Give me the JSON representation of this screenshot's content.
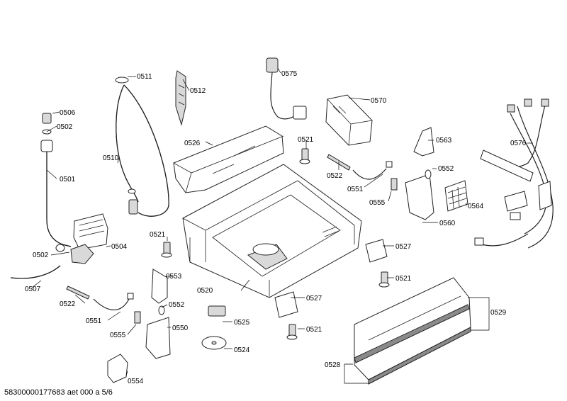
{
  "footer": {
    "document_code": "58300000177683 aet 000 a 5/6"
  },
  "callouts": {
    "c0501": "0501",
    "c0502a": "0502",
    "c0502b": "0502",
    "c0504": "0504",
    "c0506": "0506",
    "c0507": "0507",
    "c0510": "0510",
    "c0511": "0511",
    "c0512": "0512",
    "c0520": "0520",
    "c0521a": "0521",
    "c0521b": "0521",
    "c0521c": "0521",
    "c0521d": "0521",
    "c0522a": "0522",
    "c0522b": "0522",
    "c0524": "0524",
    "c0525": "0525",
    "c0526": "0526",
    "c0527a": "0527",
    "c0527b": "0527",
    "c0528": "0528",
    "c0529": "0529",
    "c0550": "0550",
    "c0551a": "0551",
    "c0551b": "0551",
    "c0552a": "0552",
    "c0552b": "0552",
    "c0553": "0553",
    "c0554": "0554",
    "c0555a": "0555",
    "c0555b": "0555",
    "c0560": "0560",
    "c0563": "0563",
    "c0564": "0564",
    "c0570": "0570",
    "c0575": "0575",
    "c0576": "0576"
  }
}
